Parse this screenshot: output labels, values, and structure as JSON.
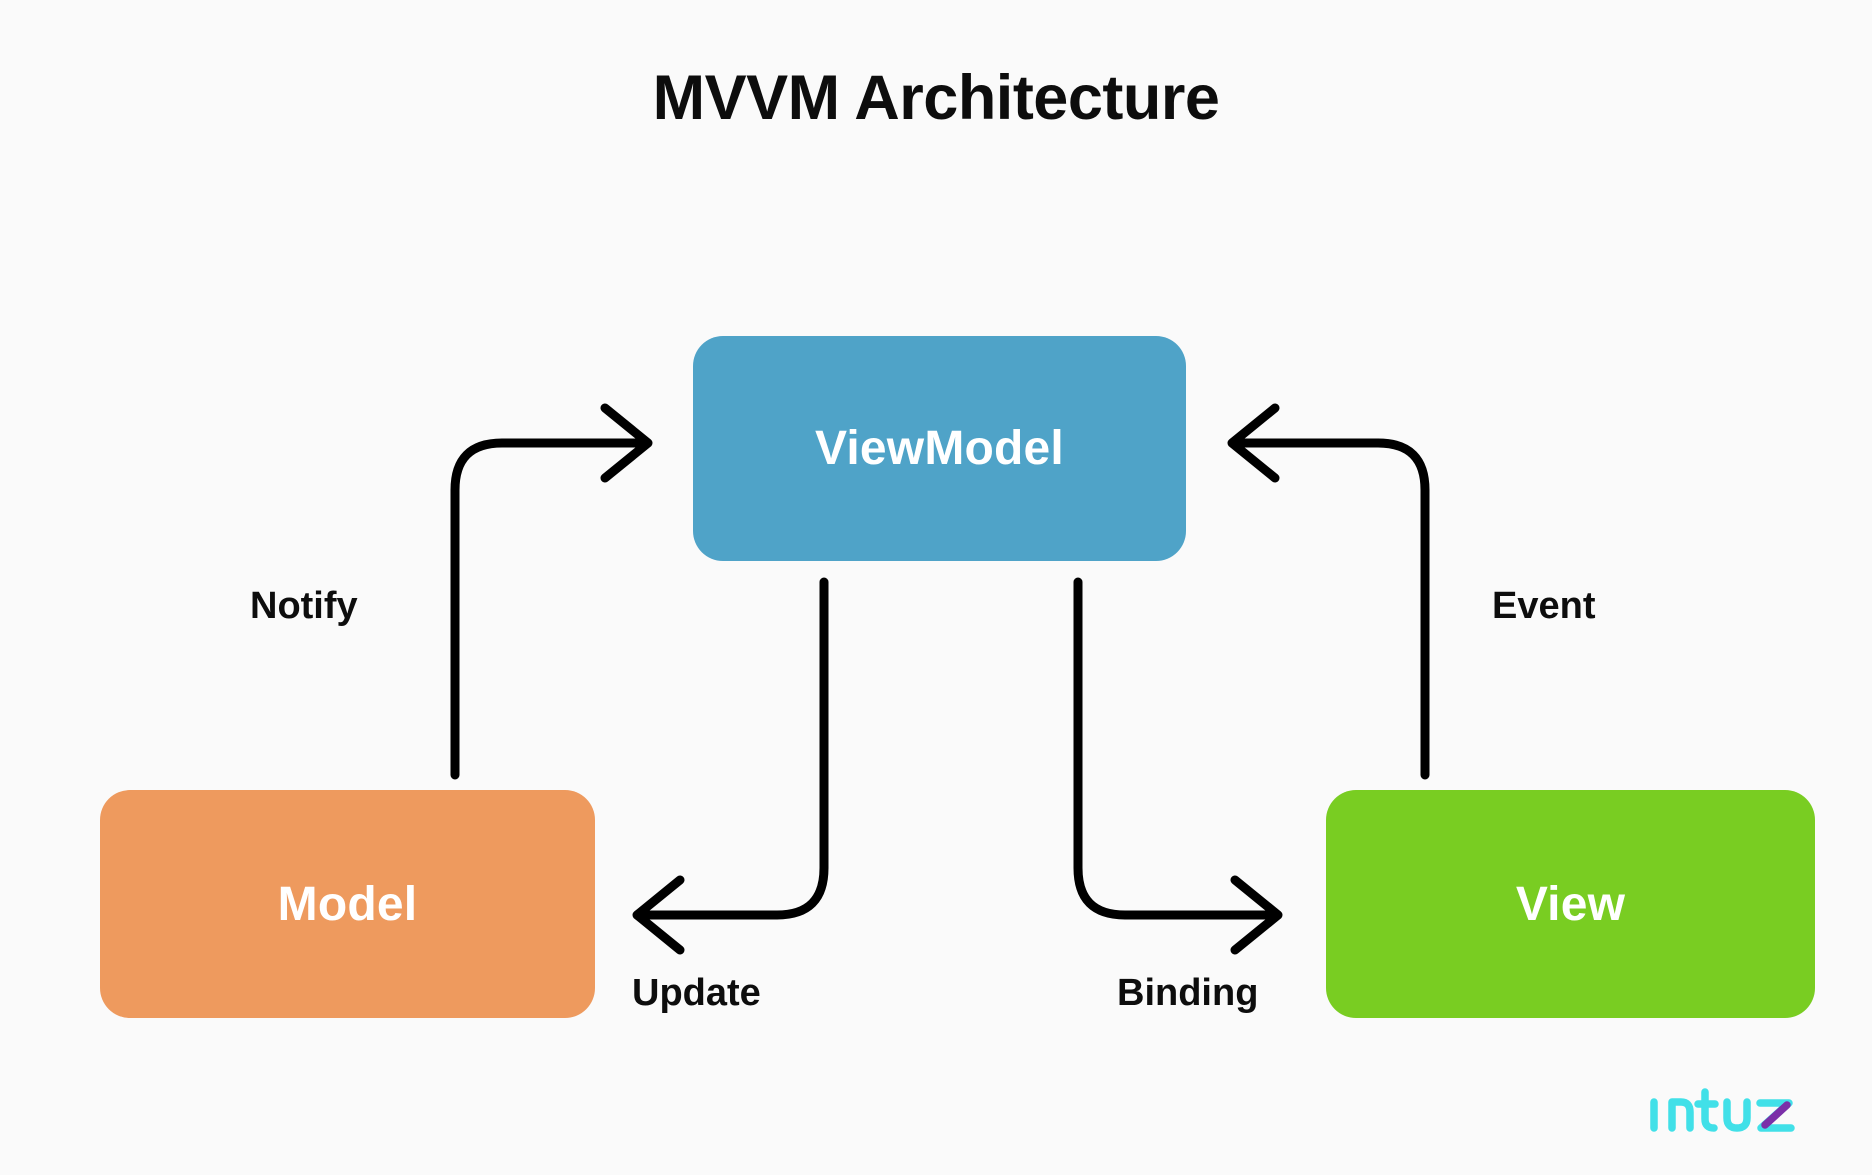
{
  "diagram": {
    "title": "MVVM Architecture",
    "background_color": "#FAFAFA",
    "title_color": "#0D0D0D",
    "nodes": [
      {
        "id": "viewmodel",
        "label": "ViewModel",
        "color": "#4FA3C8",
        "text_color": "#FFFFFF"
      },
      {
        "id": "model",
        "label": "Model",
        "color": "#EE9A5E",
        "text_color": "#FFFFFF"
      },
      {
        "id": "view",
        "label": "View",
        "color": "#79CD22",
        "text_color": "#FFFFFF"
      }
    ],
    "edges": [
      {
        "id": "notify",
        "label": "Notify",
        "from": "model",
        "to": "viewmodel",
        "color": "#000000"
      },
      {
        "id": "event",
        "label": "Event",
        "from": "view",
        "to": "viewmodel",
        "color": "#000000"
      },
      {
        "id": "update",
        "label": "Update",
        "from": "viewmodel",
        "to": "model",
        "color": "#000000"
      },
      {
        "id": "binding",
        "label": "Binding",
        "from": "viewmodel",
        "to": "view",
        "color": "#000000"
      }
    ]
  },
  "branding": {
    "logo_text": "Intuz",
    "logo_primary_color": "#41E0E8",
    "logo_accent_color": "#7B2FA8"
  }
}
